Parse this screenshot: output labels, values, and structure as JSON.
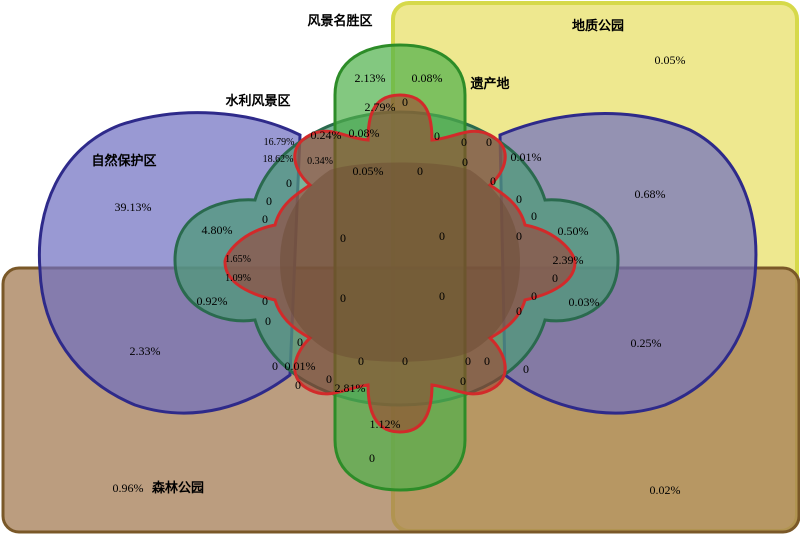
{
  "diagram": {
    "type": "venn",
    "sets": [
      {
        "key": "geopark",
        "name": "地质公园",
        "color": "#e8e06a"
      },
      {
        "key": "forest_park",
        "name": "森林公园",
        "color": "#b89a74"
      },
      {
        "key": "nature_reserve",
        "name": "自然保护区",
        "color": "#7f7fc4"
      },
      {
        "key": "water_park",
        "name": "水利风景区",
        "color": "#6fae8c"
      },
      {
        "key": "scenic_area",
        "name": "风景名胜区",
        "color": "#55b04e"
      },
      {
        "key": "heritage",
        "name": "遗产地",
        "color": "#c84a3e"
      }
    ],
    "regions": [
      {
        "id": "r01",
        "value": "0.05%"
      },
      {
        "id": "r02",
        "value": "0.96%"
      },
      {
        "id": "r03",
        "value": "39.13%"
      },
      {
        "id": "r04",
        "value": "2.33%"
      },
      {
        "id": "r05",
        "value": "0.68%"
      },
      {
        "id": "r06",
        "value": "0.25%"
      },
      {
        "id": "r07",
        "value": "0.02%"
      },
      {
        "id": "r08",
        "value": "2.13%"
      },
      {
        "id": "r09",
        "value": "0.08%"
      },
      {
        "id": "r10",
        "value": "2.79%"
      },
      {
        "id": "r11",
        "value": "0"
      },
      {
        "id": "r12",
        "value": "0.24%"
      },
      {
        "id": "r13",
        "value": "0.08%"
      },
      {
        "id": "r14",
        "value": "16.79%"
      },
      {
        "id": "r15",
        "value": "18.62%"
      },
      {
        "id": "r16",
        "value": "0.34%"
      },
      {
        "id": "r17",
        "value": "0.05%"
      },
      {
        "id": "r18",
        "value": "0"
      },
      {
        "id": "r19",
        "value": "0"
      },
      {
        "id": "r20",
        "value": "0"
      },
      {
        "id": "r21",
        "value": "0"
      },
      {
        "id": "r22",
        "value": "0.01%"
      },
      {
        "id": "r23",
        "value": "0"
      },
      {
        "id": "r24",
        "value": "0"
      },
      {
        "id": "r25",
        "value": "0"
      },
      {
        "id": "r26",
        "value": "4.80%"
      },
      {
        "id": "r27",
        "value": "0"
      },
      {
        "id": "r28",
        "value": "1.65%"
      },
      {
        "id": "r29",
        "value": "1.09%"
      },
      {
        "id": "r30",
        "value": "0.92%"
      },
      {
        "id": "r31",
        "value": "0"
      },
      {
        "id": "r32",
        "value": "0"
      },
      {
        "id": "r33",
        "value": "0"
      },
      {
        "id": "r34",
        "value": "0"
      },
      {
        "id": "r35",
        "value": "0"
      },
      {
        "id": "r36",
        "value": "0"
      },
      {
        "id": "r37",
        "value": "0"
      },
      {
        "id": "r38",
        "value": "0"
      },
      {
        "id": "r39",
        "value": "0.50%"
      },
      {
        "id": "r40",
        "value": "2.39%"
      },
      {
        "id": "r41",
        "value": "0"
      },
      {
        "id": "r42",
        "value": "0"
      },
      {
        "id": "r43",
        "value": "0.03%"
      },
      {
        "id": "r44",
        "value": "0"
      },
      {
        "id": "r45",
        "value": "0"
      },
      {
        "id": "r46",
        "value": "0"
      },
      {
        "id": "r47",
        "value": "0"
      },
      {
        "id": "r48",
        "value": "0"
      },
      {
        "id": "r49",
        "value": "0.01%"
      },
      {
        "id": "r50",
        "value": "0"
      },
      {
        "id": "r51",
        "value": "0"
      },
      {
        "id": "r52",
        "value": "0"
      },
      {
        "id": "r53",
        "value": "0"
      },
      {
        "id": "r54",
        "value": "0"
      },
      {
        "id": "r55",
        "value": "0"
      },
      {
        "id": "r56",
        "value": "0"
      },
      {
        "id": "r57",
        "value": "0"
      },
      {
        "id": "r58",
        "value": "2.81%"
      },
      {
        "id": "r59",
        "value": "1.12%"
      },
      {
        "id": "r60",
        "value": "0"
      }
    ]
  }
}
